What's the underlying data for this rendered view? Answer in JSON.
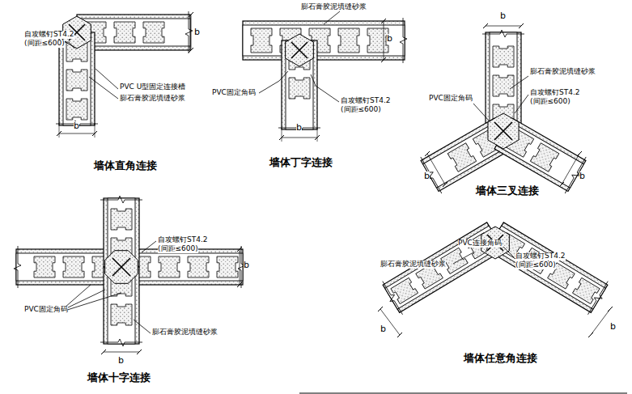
{
  "diagram": {
    "labels": [
      "自攻螺钉ST4.2",
      "(间距≤600)",
      "PVC U型固定连接槽",
      "膨石膏胶泥填缝砂浆",
      "b",
      "b",
      "墙体直角连接",
      "膨石膏胶泥填缝砂浆",
      "PVC固定角码",
      "自攻螺钉ST4.2",
      "(间距≤600)",
      "b",
      "b",
      "墙体丁字连接",
      "b",
      "膨石膏胶泥填缝砂浆",
      "PVC固定角码",
      "自攻螺钉ST4.2",
      "(间距≤600)",
      "b",
      "b",
      "墙体三叉连接",
      "自攻螺钉ST4.2",
      "(间距≤600)",
      "b",
      "PVC固定角码",
      "膨石膏胶泥填缝砂浆",
      "b",
      "墙体十字连接",
      "PVC连接角码",
      "自攻螺钉ST4.2",
      "(间距≤600)",
      "膨石膏胶泥填缝砂浆",
      "b",
      "b",
      "墙体任意角连接"
    ]
  }
}
